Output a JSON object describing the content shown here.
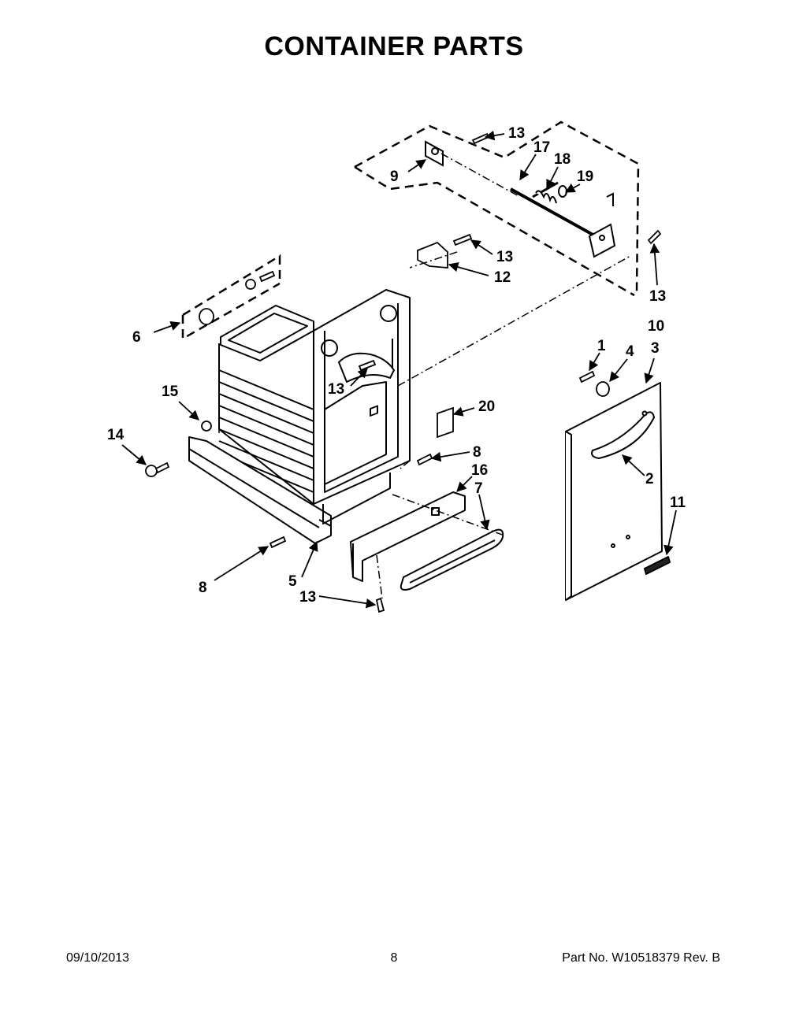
{
  "page": {
    "title": "CONTAINER PARTS",
    "footer_date": "09/10/2013",
    "footer_page": "8",
    "footer_part": "Part No.  W10518379  Rev.  B"
  },
  "callouts": [
    {
      "id": "c13a",
      "label": "13"
    },
    {
      "id": "c9",
      "label": "9"
    },
    {
      "id": "c17",
      "label": "17"
    },
    {
      "id": "c18",
      "label": "18"
    },
    {
      "id": "c19",
      "label": "19"
    },
    {
      "id": "c13b",
      "label": "13"
    },
    {
      "id": "c12",
      "label": "12"
    },
    {
      "id": "c13c",
      "label": "13"
    },
    {
      "id": "c10",
      "label": "10"
    },
    {
      "id": "c6",
      "label": "6"
    },
    {
      "id": "c1",
      "label": "1"
    },
    {
      "id": "c4",
      "label": "4"
    },
    {
      "id": "c3",
      "label": "3"
    },
    {
      "id": "c13d",
      "label": "13"
    },
    {
      "id": "c15",
      "label": "15"
    },
    {
      "id": "c20",
      "label": "20"
    },
    {
      "id": "c14",
      "label": "14"
    },
    {
      "id": "c8a",
      "label": "8"
    },
    {
      "id": "c16",
      "label": "16"
    },
    {
      "id": "c2",
      "label": "2"
    },
    {
      "id": "c7",
      "label": "7"
    },
    {
      "id": "c11",
      "label": "11"
    },
    {
      "id": "c8b",
      "label": "8"
    },
    {
      "id": "c5",
      "label": "5"
    },
    {
      "id": "c13e",
      "label": "13"
    }
  ]
}
